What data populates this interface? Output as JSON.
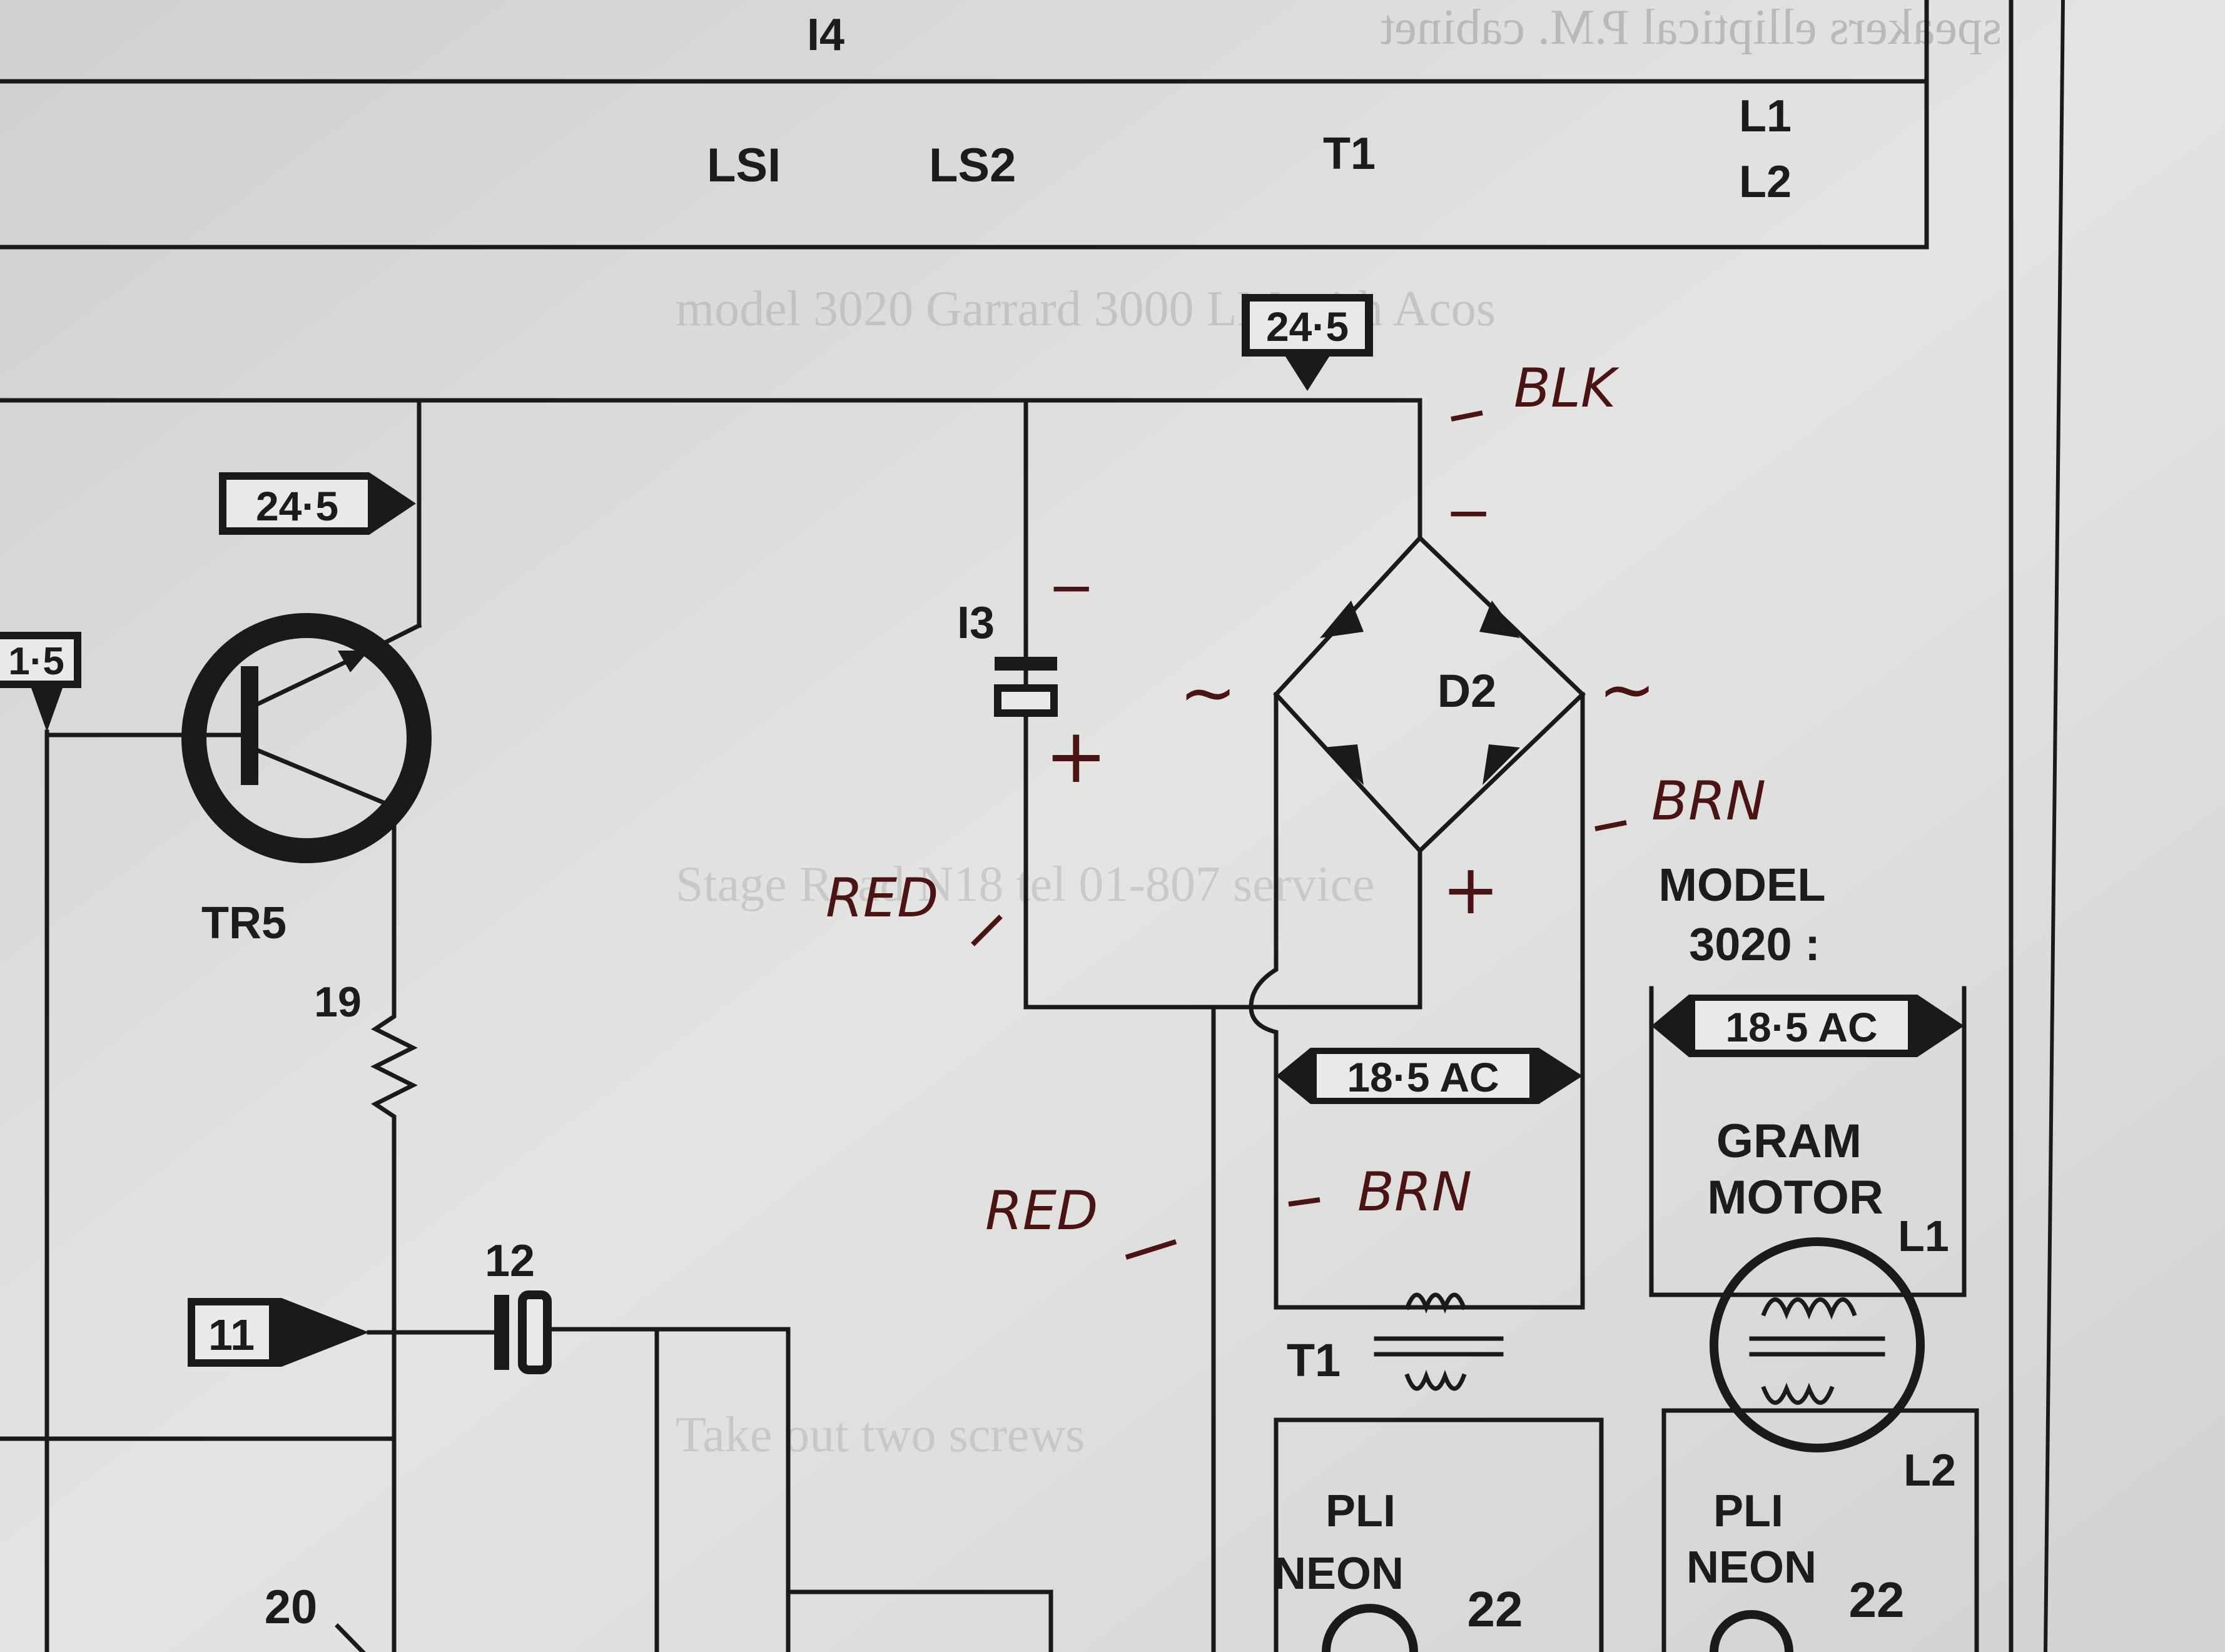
{
  "header": {
    "top_ref": "I4",
    "refs": [
      "LSI",
      "LS2",
      "T1"
    ],
    "refs_right": [
      "L1",
      "L2"
    ]
  },
  "tags": {
    "supply_main": "24·5",
    "supply_left": "24·5",
    "partial_left": "1·5",
    "input": "11",
    "ac_bridge": "18·5 AC",
    "ac_motor": "18·5 AC"
  },
  "components": {
    "transistor": "TR5",
    "resistor": "19",
    "capacitor_coupling": "12",
    "capacitor_smoothing": "I3",
    "bridge": "D2",
    "node_bottom": "20",
    "transformer": "T1",
    "motor_line1": "GRAM",
    "motor_line2": "MOTOR",
    "motor_l1": "L1",
    "motor_l2": "L2",
    "neon_line1": "PLI",
    "neon_line2": "NEON",
    "neon_ref": "22",
    "neon2_line1": "PLI",
    "neon2_line2": "NEON",
    "neon2_ref": "22"
  },
  "model_note": {
    "line1": "MODEL",
    "line2": "3020 :"
  },
  "handwritten": {
    "blk": "BLK",
    "brn_upper": "BRN",
    "brn_lower": "BRN",
    "red_upper": "RED",
    "red_lower": "RED",
    "minus_cap": "−",
    "minus_bridge": "−",
    "plus_cap": "+",
    "plus_bridge": "+",
    "ac_left": "~",
    "ac_right": "~"
  },
  "colors": {
    "paper": "#d9d9d7",
    "ink": "#1a1a1a",
    "pen": "#4a1414"
  }
}
